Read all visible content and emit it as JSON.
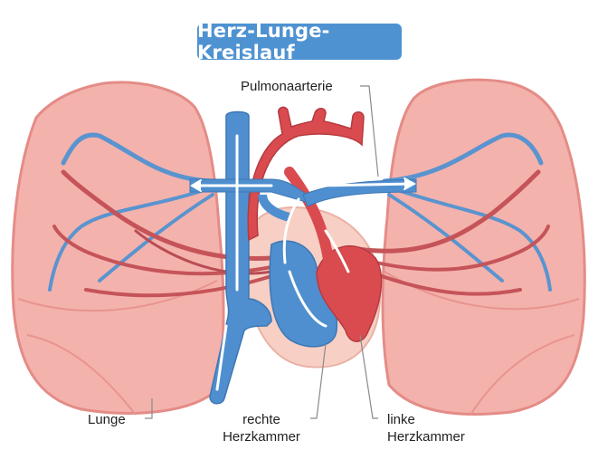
{
  "title": "Herz-Lunge-Kreislauf",
  "labels": {
    "pulmonary_artery": "Pulmonaarterie",
    "lung": "Lunge",
    "right_ventricle_line1": "rechte",
    "right_ventricle_line2": "Herzkammer",
    "left_ventricle_line1": "linke",
    "left_ventricle_line2": "Herzkammer"
  },
  "colors": {
    "title_bg": "#4f92d1",
    "lung": "#f2a7a3",
    "lung_dark": "#e7837f",
    "vessel_red": "#d94b4f",
    "vessel_blue": "#4f8fcf",
    "heart_bg": "#f8cfc4"
  }
}
